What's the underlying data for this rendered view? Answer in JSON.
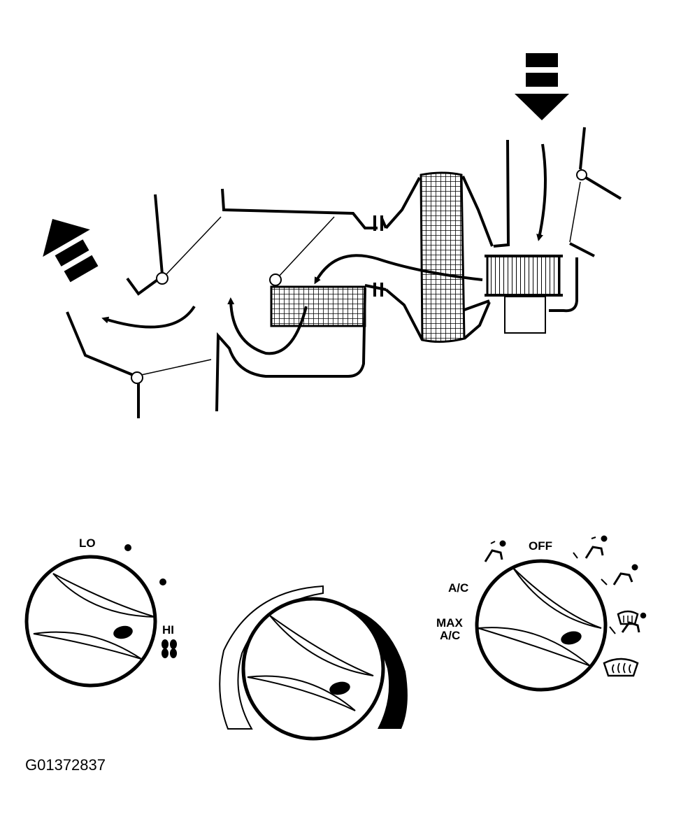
{
  "figure_code": "G01372837",
  "blower_knob": {
    "low_label": "LO",
    "high_label": "HI"
  },
  "mode_knob": {
    "off_label": "OFF",
    "ac_label": "A/C",
    "max_label": "MAX",
    "max_ac_label": "A/C"
  },
  "icons": [
    "fan-icon",
    "panel-vent-icon",
    "floor-vent-icon",
    "defrost-icon"
  ],
  "colors": {
    "ink": "#000000",
    "paper": "#ffffff"
  }
}
